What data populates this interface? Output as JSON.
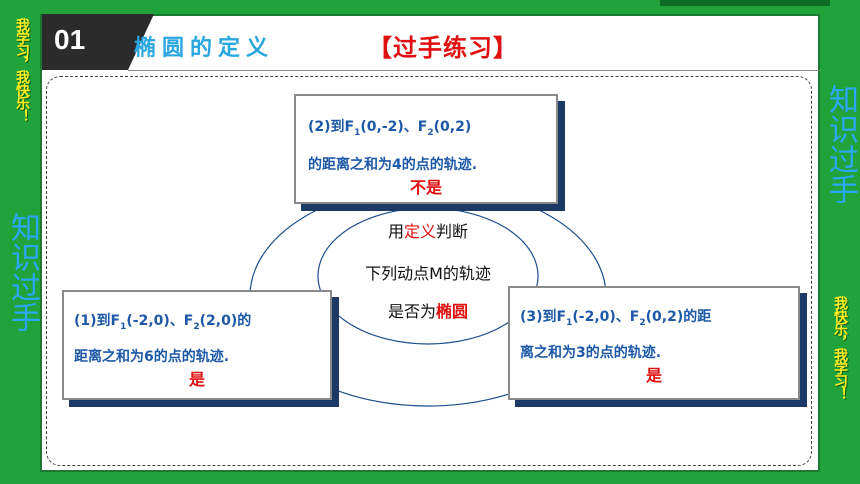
{
  "header": {
    "number": "01",
    "title": "椭圆的定义",
    "subtitle": "【过手练习】"
  },
  "side": {
    "left_vertical": "知识过手",
    "right_vertical": "知识过手",
    "slogan_top": "我学习，我快乐！",
    "slogan_bottom": "我快乐，我学习！"
  },
  "center": {
    "line1_pre": "用",
    "line1_highlight": "定义",
    "line1_post": "判断",
    "line2": "下列动点M的轨迹",
    "line3_pre": "是否为",
    "line3_highlight": "椭圆"
  },
  "cards": [
    {
      "l1_a": "(1)到F",
      "l1_s1": "1",
      "l1_b": "(-2,0)、F",
      "l1_s2": "2",
      "l1_c": "(2,0)的",
      "l2": "距离之和为6的点的轨迹.",
      "answer": "是"
    },
    {
      "l1_a": "(2)到F",
      "l1_s1": "1",
      "l1_b": "(0,-2)、F",
      "l1_s2": "2",
      "l1_c": "(0,2)",
      "l2": "的距离之和为4的点的轨迹.",
      "answer": "不是"
    },
    {
      "l1_a": "(3)到F",
      "l1_s1": "1",
      "l1_b": "(-2,0)、F",
      "l1_s2": "2",
      "l1_c": "(0,2)的距",
      "l2": "离之和为3的点的轨迹.",
      "answer": "是"
    }
  ]
}
